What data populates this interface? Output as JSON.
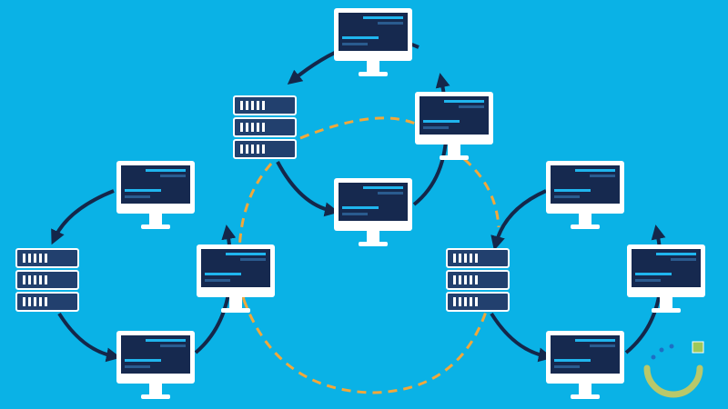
{
  "colors": {
    "background": "#0ab2e6",
    "arrow": "#14274a",
    "link": "#f2a83a",
    "monitor_frame": "#ffffff",
    "monitor_screen": "#16294f",
    "screen_text": "#1fb5ee",
    "server_body": "#22406e",
    "server_border": "#ffffff",
    "server_slot": "#ffffff",
    "badge_ring": "#b9c86a",
    "badge_dots": "#1d6fc4",
    "badge_box": "#9fc85a"
  },
  "networks": [
    {
      "id": "left",
      "monitors": 3,
      "servers": 1
    },
    {
      "id": "top",
      "monitors": 3,
      "servers": 1
    },
    {
      "id": "right",
      "monitors": 3,
      "servers": 1
    }
  ],
  "links": {
    "style": "dashed",
    "count": 3
  }
}
